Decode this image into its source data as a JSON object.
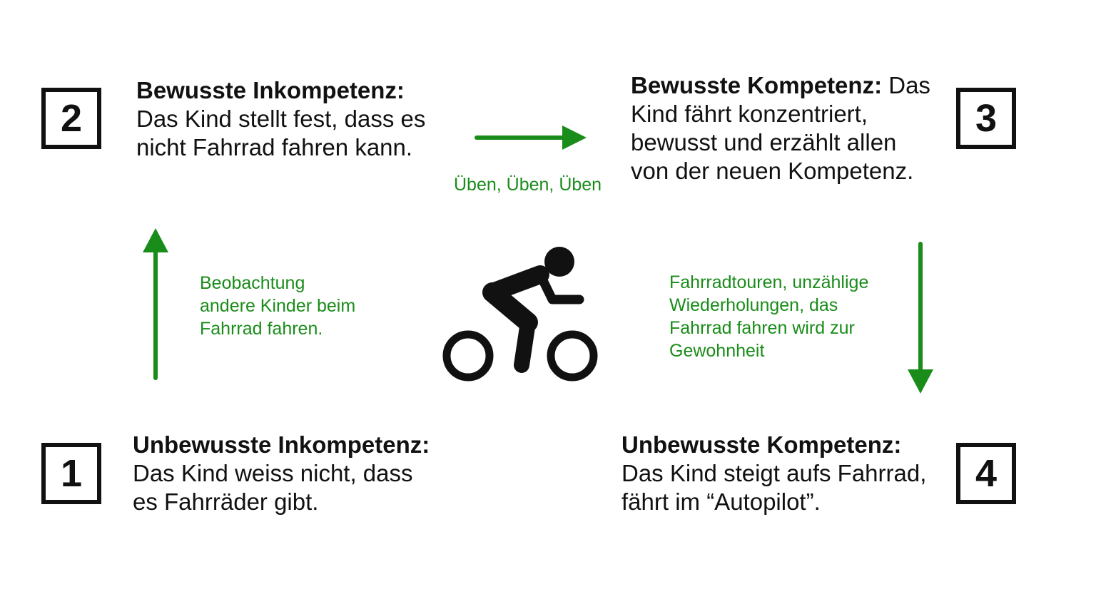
{
  "colors": {
    "accent_green": "#1a8c1a",
    "ink": "#111111",
    "background": "#ffffff"
  },
  "stages": [
    {
      "number": "1",
      "title": "Unbewusste Inkompetenz:",
      "text": "Das Kind weiss nicht, dass es Fahrräder gibt."
    },
    {
      "number": "2",
      "title": "Bewusste Inkompetenz:",
      "text": "Das Kind stellt fest, dass es nicht Fahrrad fahren kann."
    },
    {
      "number": "3",
      "title": "Bewusste Kompetenz:",
      "text": "Das Kind fährt konzentriert, bewusst und erzählt allen von der neuen Kompetenz."
    },
    {
      "number": "4",
      "title": "Unbewusste Kompetenz:",
      "text": "Das Kind steigt aufs Fahrrad, fährt im “Autopilot”."
    }
  ],
  "transitions": [
    {
      "from": "1",
      "to": "2",
      "label": "Beobachtung\nandere Kinder beim\nFahrrad fahren."
    },
    {
      "from": "2",
      "to": "3",
      "label": "Üben, Üben, Üben"
    },
    {
      "from": "3",
      "to": "4",
      "label": "Fahrradtouren, unzählige\nWiederholungen, das\nFahrrad fahren wird zur\nGewohnheit"
    }
  ],
  "center_icon": "cyclist-icon"
}
